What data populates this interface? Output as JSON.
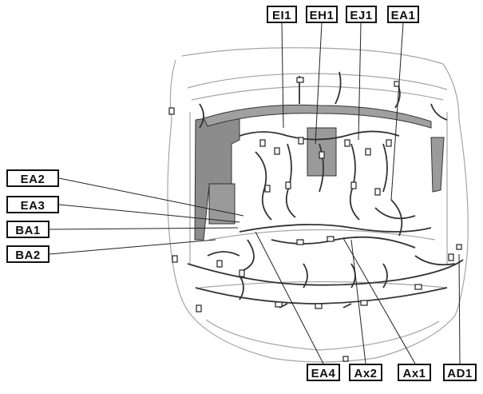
{
  "labels": {
    "ei1": "EI1",
    "eh1": "EH1",
    "ej1": "EJ1",
    "ea1": "EA1",
    "ea2": "EA2",
    "ea3": "EA3",
    "ba1": "BA1",
    "ba2": "BA2",
    "ea4": "EA4",
    "ax2": "Ax2",
    "ax1": "Ax1",
    "ad1": "AD1"
  },
  "colors": {
    "line": "#222222",
    "body_outline": "#9a9a9a",
    "harness": "#333333",
    "shaded": "#8c8c8c"
  }
}
